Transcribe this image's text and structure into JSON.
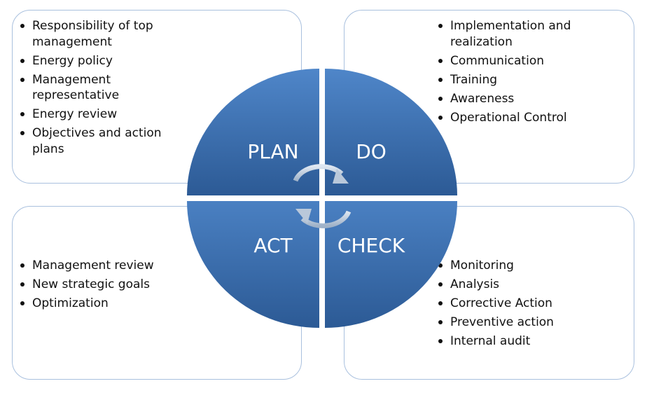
{
  "plan": {
    "label": "PLAN",
    "items": [
      "Responsibility of top management",
      "Energy policy",
      "Management representative",
      "Energy review",
      "Objectives and action plans"
    ]
  },
  "do": {
    "label": "DO",
    "items": [
      "Implementation and realization",
      "Communication",
      "Training",
      "Awareness",
      "Operational Control"
    ]
  },
  "act": {
    "label": "ACT",
    "items": [
      "Management review",
      "New strategic goals",
      "Optimization"
    ]
  },
  "check": {
    "label": "CHECK",
    "items": [
      "Monitoring",
      "Analysis",
      "Corrective Action",
      "Preventive action",
      "Internal audit"
    ]
  },
  "colors": {
    "quadrant_light": "#4f86c9",
    "quadrant_dark": "#2c5a95",
    "box_border": "#a9c0de",
    "arrow": "#b9c8da"
  },
  "icons": {
    "cycle": "circular-arrows-icon"
  }
}
